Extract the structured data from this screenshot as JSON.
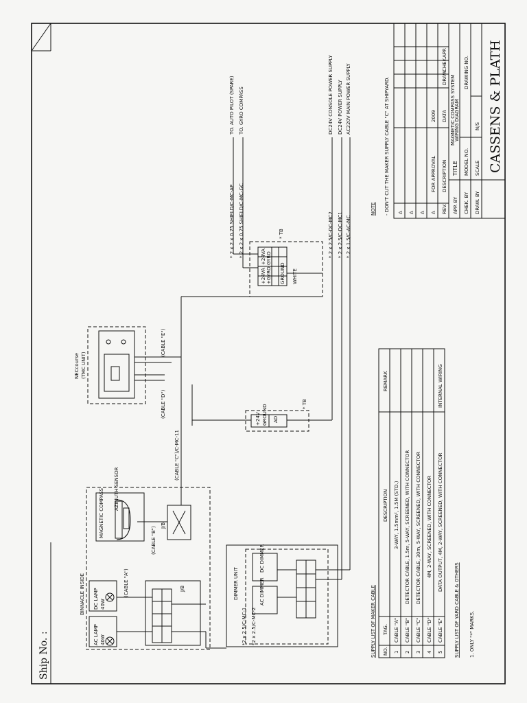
{
  "frame": {
    "ship_no_label": "Ship No. :"
  },
  "notes": {
    "heading": "NOTE",
    "line1": "- DON'T CUT THE MAKER SUPPLY CABLE \"C\" AT SHIPYARD."
  },
  "title_block": {
    "revisions": [
      {
        "symbol": "A",
        "description": "",
        "date": ""
      },
      {
        "symbol": "A",
        "description": "",
        "date": ""
      },
      {
        "symbol": "A",
        "description": "",
        "date": ""
      },
      {
        "symbol": "A",
        "description": "FOR APPROVAL",
        "date": "2009"
      }
    ],
    "rev_header": "REV.",
    "desc_header": "DESCRIPTION",
    "date_header": "DATA",
    "draw_header": "DRAW.",
    "chek_header": "CHEK.",
    "app_header": "APP.",
    "app_by": "APP. BY",
    "chek_by": "CHEK. BY",
    "draw_by": "DRAW. BY",
    "title_label": "TITLE",
    "title_line1": "MAGNETIC COMPASS SYSTEM",
    "title_line2": "WIRING DIAGRAM",
    "model_label": "MODEL NO.",
    "scale_label": "SCALE",
    "scale_value": "N/S",
    "drawing_label": "DRAWING NO.",
    "company": "CASSENS & PLATH"
  },
  "cable_table": {
    "caption": "SUPPLY LIST OF MAKER CABLE",
    "headers": [
      "NO.",
      "TAG.",
      "DESCRIPTION",
      "REMARK"
    ],
    "rows": [
      [
        "1",
        "CABLE \"A\"",
        "3-WAY, 1.5mm², 1.5M (STD.)",
        ""
      ],
      [
        "2",
        "CABLE \"B\"",
        "DETECTOR CABLE, 1.5m, 5-WAY, SCREENED, WITH CONNECTOR",
        ""
      ],
      [
        "3",
        "CABLE \"C\"",
        "DETECTOR CABLE, 30m, 5-WAY, SCREENED, WITH CONNECTOR",
        ""
      ],
      [
        "4",
        "CABLE \"D\"",
        "4M, 2-WAY, SCREENED, WITH CONNECTOR",
        ""
      ],
      [
        "5",
        "CABLE \"E\"",
        "DATA OUTPUT, 4M, 2-WAY, SCREENED, WITH CONNECTOR",
        "INTERNAL WIRING"
      ]
    ],
    "yard_caption": "SUPPLY LIST OF YARD CABLE & OTHERS",
    "footnote": "1. ONLY \"*\" MARKS."
  },
  "diagram": {
    "binnacle_label": "BINNACLE INSIDE",
    "ac_lamp": "AC LAMP",
    "dc_lamp": "DC LAMP",
    "lamp_watt": "40W",
    "cable_a": "(CABLE \"A\")",
    "jb": "J/B",
    "magnetic_compass": "MAGNETIC COMPASS",
    "azimuth_sensor": "AZIMUTH SENSOR",
    "cable_b": "(CABLE \"B\")",
    "cable_c": "(CABLE \"C\")/C-MC-11",
    "cable_d": "(CABLE \"D\")",
    "cable_e": "(CABLE \"E\")",
    "necourse_line1": "NECcourse",
    "necourse_line2": "(TMC UNIT)",
    "tb_label": "* TB",
    "dimmer_unit": "DIMMER UNIT",
    "ac_dimmer": "AC DIMMER",
    "dc_dimmer": "DC DIMMER",
    "bottom_cable1": "*2 x 2.5/C-MC-1",
    "bottom_cable2": "*2 x 2.5/C-MC-2",
    "tb2_pins": [
      "+24V",
      "GROUND",
      "AD"
    ],
    "tb1_pins": [
      "+24VA",
      "+GYRO",
      "+24VA",
      "GYRO",
      "GROUND",
      "WHITE"
    ],
    "feeds": [
      {
        "cable": "* 2 x 2 x 0.75 SHIELD/C-MC-AP",
        "dest": "TO. AUTO PILOT (SPARE)"
      },
      {
        "cable": "* 2 x 2 x 0.75 SHIELD/C-MC-GC",
        "dest": "TO. GYRO COMPASS"
      },
      {
        "cable": "* 2 x 2.5/C-DC-MC2",
        "dest": "DC24V CONSOLE POWER SUPPLY"
      },
      {
        "cable": "* 2 x 2.5/C-DC-MC1",
        "dest": "DC24V POWER SUPPLY"
      },
      {
        "cable": "* 2 x 1.5/C-AC-MC",
        "dest": "AC220V MAIN POWER SUPPLY"
      }
    ]
  }
}
